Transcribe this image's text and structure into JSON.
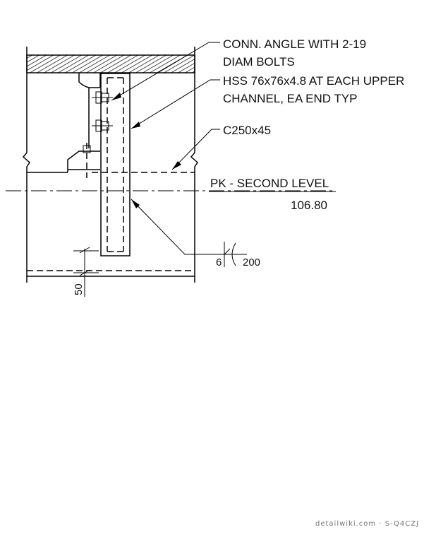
{
  "annotations": {
    "conn_angle_line1": "CONN. ANGLE WITH 2-19",
    "conn_angle_line2": "DIAM BOLTS",
    "hss_line1": "HSS 76x76x4.8 AT EACH UPPER",
    "hss_line2": "CHANNEL, EA END TYP",
    "channel": "C250x45",
    "level_name": "PK - SECOND LEVEL",
    "level_elevation": "106.80"
  },
  "dimensions": {
    "weld_size": "6",
    "weld_length": "200",
    "offset": "50"
  },
  "watermark": "detailwiki.com · S-Q4CZJ"
}
